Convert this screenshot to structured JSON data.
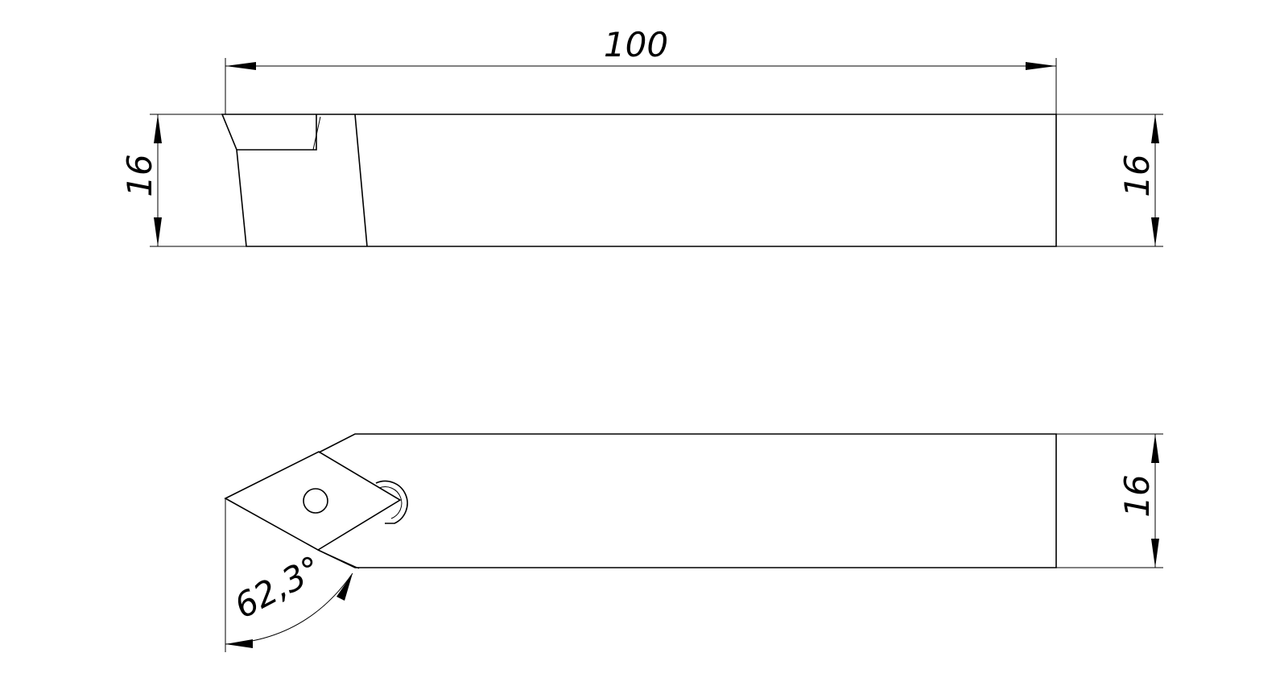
{
  "dimensions": {
    "length_top": "100",
    "height_top_left": "16",
    "height_top_right": "16",
    "height_bottom_right": "16",
    "angle_bottom": "62,3°"
  }
}
